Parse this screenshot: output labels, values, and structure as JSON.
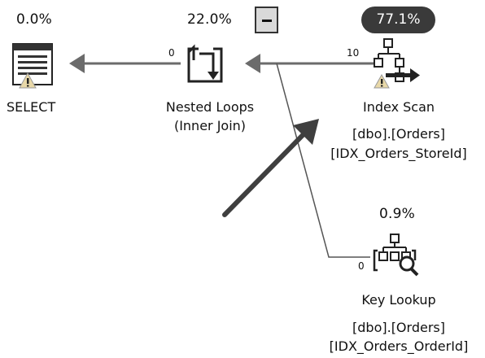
{
  "operators": {
    "select": {
      "cost": "0.0%",
      "name": "SELECT"
    },
    "nested_loops": {
      "cost": "22.0%",
      "name_line1": "Nested Loops",
      "name_line2": "(Inner Join)"
    },
    "index_scan": {
      "cost": "77.1%",
      "name": "Index Scan",
      "object_line1": "[dbo].[Orders]",
      "object_line2": "[IDX_Orders_StoreId]"
    },
    "key_lookup": {
      "cost": "0.9%",
      "name": "Key Lookup",
      "object_line1": "[dbo].[Orders]",
      "object_line2": "[IDX_Orders_OrderId]"
    }
  },
  "edges": {
    "nested_to_select_rows": "0",
    "scan_to_nested_rows": "10",
    "lookup_to_nested_rows": "0"
  },
  "colors": {
    "wire": "#6b6b6b",
    "arrow_fill": "#6b6b6b",
    "annotation_arrow": "#3f3f3f",
    "cost_pill": "#3a3a3a",
    "warning": "#e8d8a8"
  },
  "icons": [
    "select-icon",
    "nested-loops-icon",
    "index-scan-icon",
    "key-lookup-icon",
    "warning-icon",
    "collapse-icon"
  ]
}
